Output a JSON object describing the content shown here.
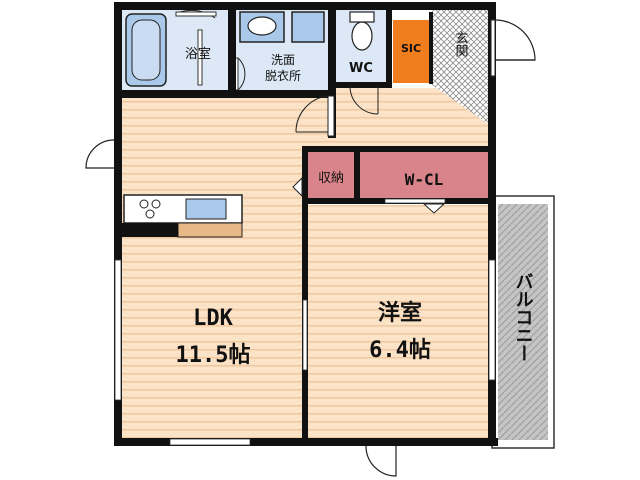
{
  "rooms": {
    "bath": "浴室",
    "washroom_line1": "洗面",
    "washroom_line2": "脱衣所",
    "toilet": "WC",
    "shoe_closet": "SIC",
    "entrance": "玄関",
    "storage": "収納",
    "walk_in_closet": "W-CL",
    "ldk_name": "LDK",
    "ldk_size": "11.5帖",
    "western_name": "洋室",
    "western_size": "6.4帖",
    "balcony": "バルコニー"
  },
  "colors": {
    "wall": "#111111",
    "floor_wood": "#fbe3c8",
    "floor_stripe": "#f1c7a0",
    "wet_area": "#dde8f6",
    "fixture_blue": "#a9c8ea",
    "closet_red": "#d9848a",
    "shoe_orange": "#f07d1e",
    "counter_tan": "#e8b889",
    "balcony_gray": "#bdbdbd"
  }
}
